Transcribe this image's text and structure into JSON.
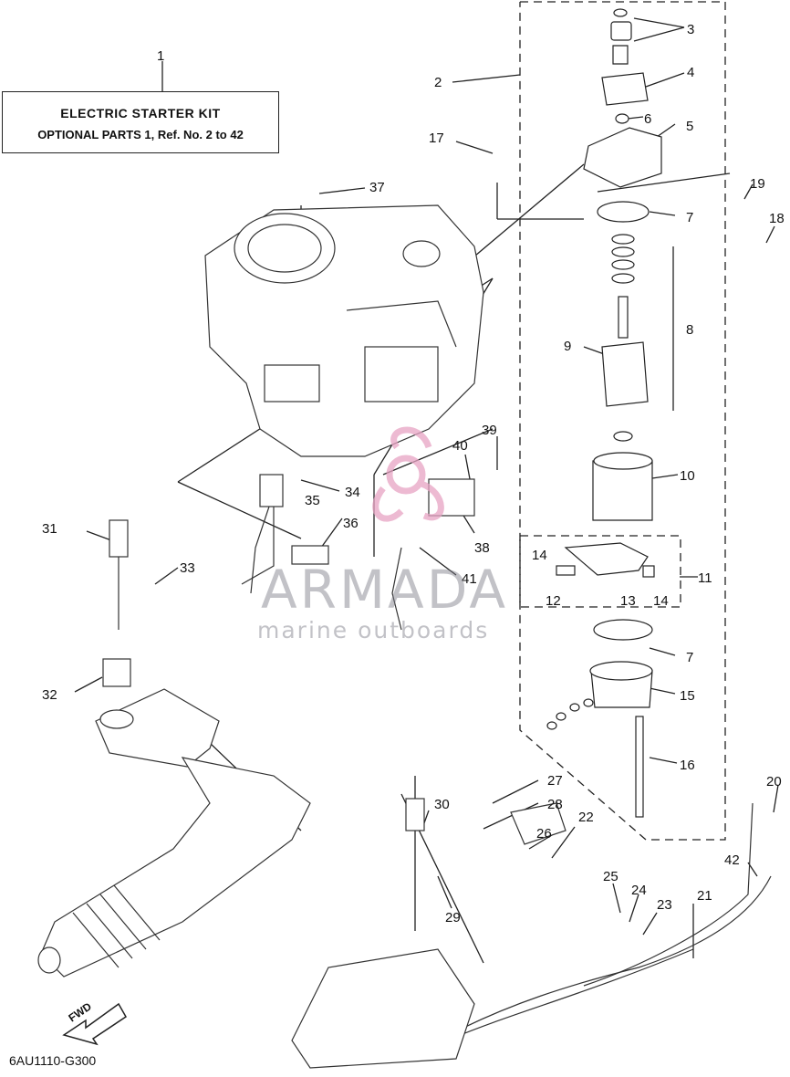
{
  "kit_box": {
    "line1": "ELECTRIC  STARTER KIT",
    "line2": "OPTIONAL PARTS 1, Ref. No. 2 to 42"
  },
  "callouts": [
    "1",
    "2",
    "3",
    "4",
    "5",
    "6",
    "7",
    "8",
    "9",
    "10",
    "11",
    "12",
    "13",
    "14",
    "15",
    "16",
    "17",
    "18",
    "19",
    "20",
    "21",
    "22",
    "23",
    "24",
    "25",
    "26",
    "27",
    "28",
    "29",
    "30",
    "31",
    "32",
    "33",
    "34",
    "35",
    "36",
    "37",
    "38",
    "39",
    "40",
    "41",
    "42"
  ],
  "watermark": {
    "title": "ARMADA",
    "subtitle": "marine outboards",
    "logo_color": "#e8a4c4"
  },
  "direction": "FWD",
  "diagram_code": "6AU1110-G300"
}
